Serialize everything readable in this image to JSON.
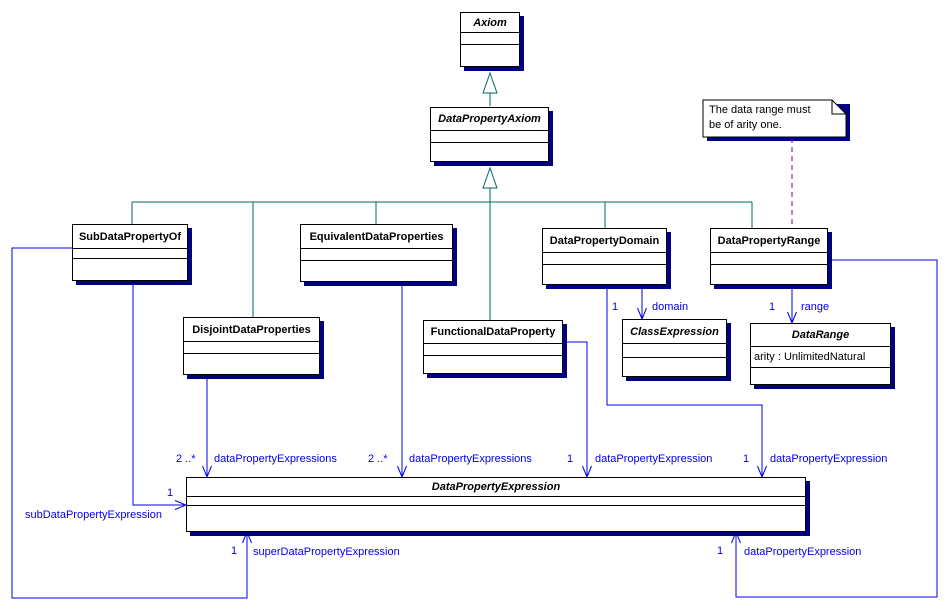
{
  "classes": {
    "axiom": {
      "name": "Axiom",
      "abstract": true
    },
    "data_property_axiom": {
      "name": "DataPropertyAxiom",
      "abstract": true
    },
    "sub_data_property_of": {
      "name": "SubDataPropertyOf",
      "abstract": false
    },
    "equivalent_data_properties": {
      "name": "EquivalentDataProperties",
      "abstract": false
    },
    "disjoint_data_properties": {
      "name": "DisjointDataProperties",
      "abstract": false
    },
    "functional_data_property": {
      "name": "FunctionalDataProperty",
      "abstract": false
    },
    "data_property_domain": {
      "name": "DataPropertyDomain",
      "abstract": false
    },
    "data_property_range": {
      "name": "DataPropertyRange",
      "abstract": false
    },
    "class_expression": {
      "name": "ClassExpression",
      "abstract": true
    },
    "data_range": {
      "name": "DataRange",
      "abstract": true,
      "attribute": "arity : UnlimitedNatural"
    },
    "data_property_expression": {
      "name": "DataPropertyExpression",
      "abstract": true
    }
  },
  "note": {
    "line1": "The data range must",
    "line2": "be of arity one."
  },
  "associations": {
    "disjoint": {
      "multiplicity": "2 ..*",
      "role": "dataPropertyExpressions"
    },
    "equivalent": {
      "multiplicity": "2 ..*",
      "role": "dataPropertyExpressions"
    },
    "functional": {
      "multiplicity": "1",
      "role": "dataPropertyExpression"
    },
    "domain_expression": {
      "multiplicity": "1",
      "role": "dataPropertyExpression"
    },
    "range_expression": {
      "multiplicity": "1",
      "role": "dataPropertyExpression"
    },
    "domain": {
      "multiplicity": "1",
      "role": "domain"
    },
    "range": {
      "multiplicity": "1",
      "role": "range"
    },
    "sub": {
      "multiplicity": "1",
      "role": "subDataPropertyExpression"
    },
    "super": {
      "multiplicity": "1",
      "role": "superDataPropertyExpression"
    }
  },
  "colors": {
    "association": "#0000e6",
    "generalization": "#006666",
    "shadow": "#000080",
    "note_link": "#800080",
    "border": "#000000",
    "background": "#ffffff"
  }
}
